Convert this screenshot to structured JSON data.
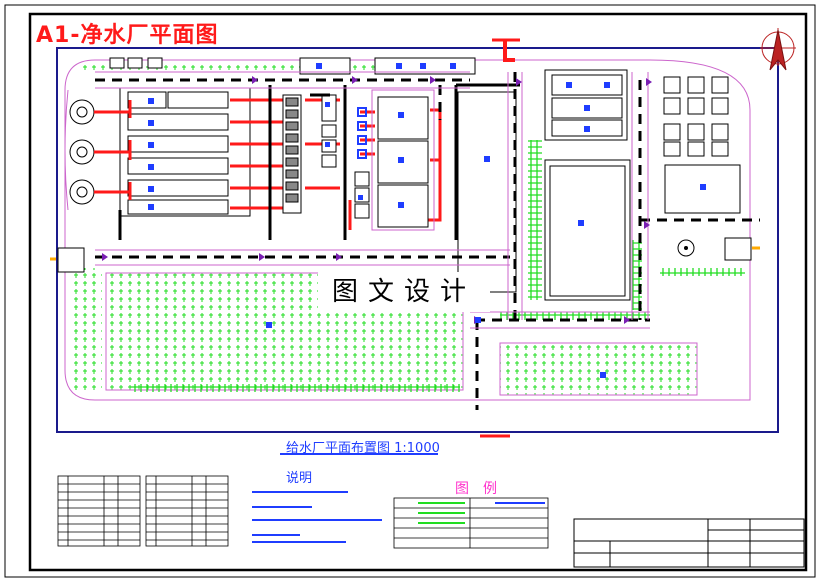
{
  "drawing": {
    "sheet_title": "A1-净水厂平面图",
    "watermark": "图文设计",
    "plan_caption": "给水厂平面布置图 1:1000",
    "notes_heading": "说明",
    "legend_heading": "图例"
  },
  "colors": {
    "frame": "#000000",
    "boundary": "#1a1a8c",
    "greenery": "#22dd22",
    "water_pipe": "#ff1a1a",
    "building_mark": "#1f3dff",
    "road_edge": "#cc66cc",
    "road_dash": "#000000",
    "flow_arrow": "#7a1fb3"
  },
  "icons": {
    "north_arrow": "north-arrow-icon",
    "tree": "tree-icon"
  }
}
